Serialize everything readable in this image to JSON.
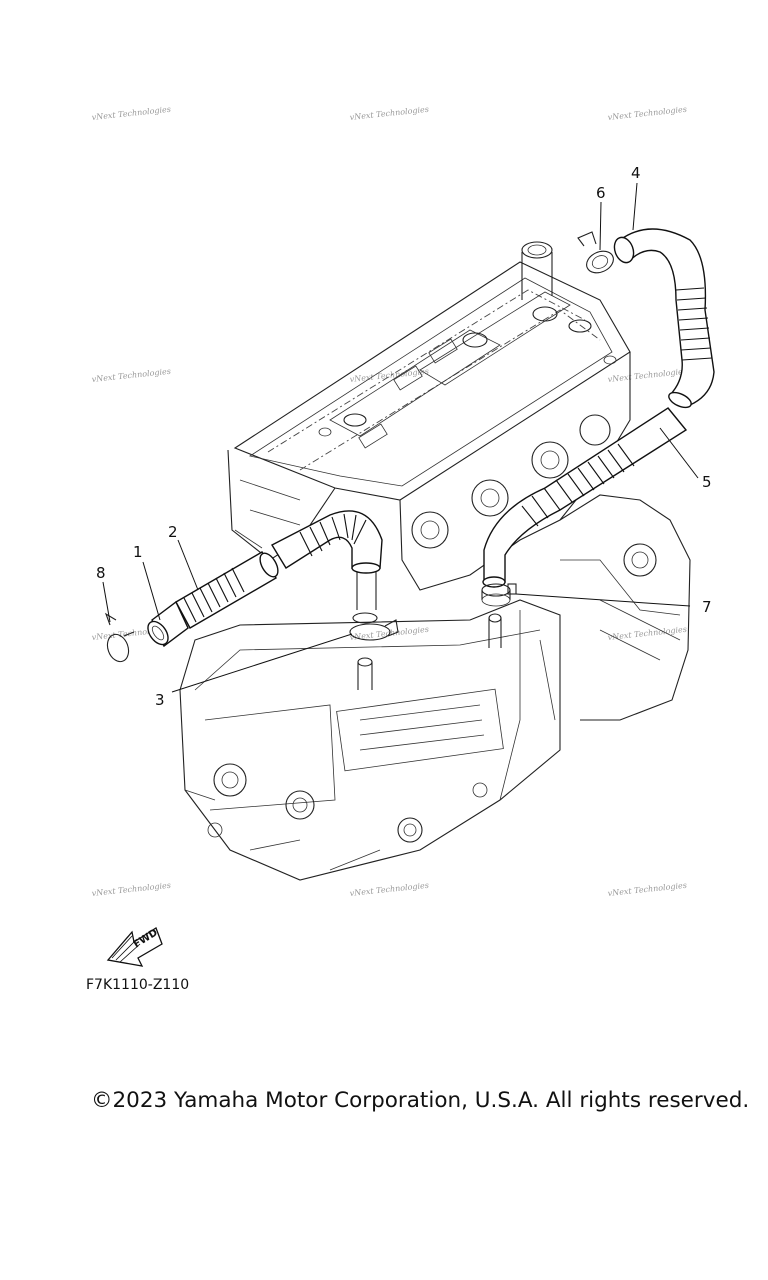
{
  "watermark_text": "vNext Technologies",
  "callouts": [
    "1",
    "2",
    "3",
    "4",
    "5",
    "6",
    "7",
    "8"
  ],
  "part_code": "F7K1110-Z110",
  "fwd_label": "FWD",
  "copyright": "©2023 Yamaha Motor Corporation, U.S.A. All rights reserved."
}
